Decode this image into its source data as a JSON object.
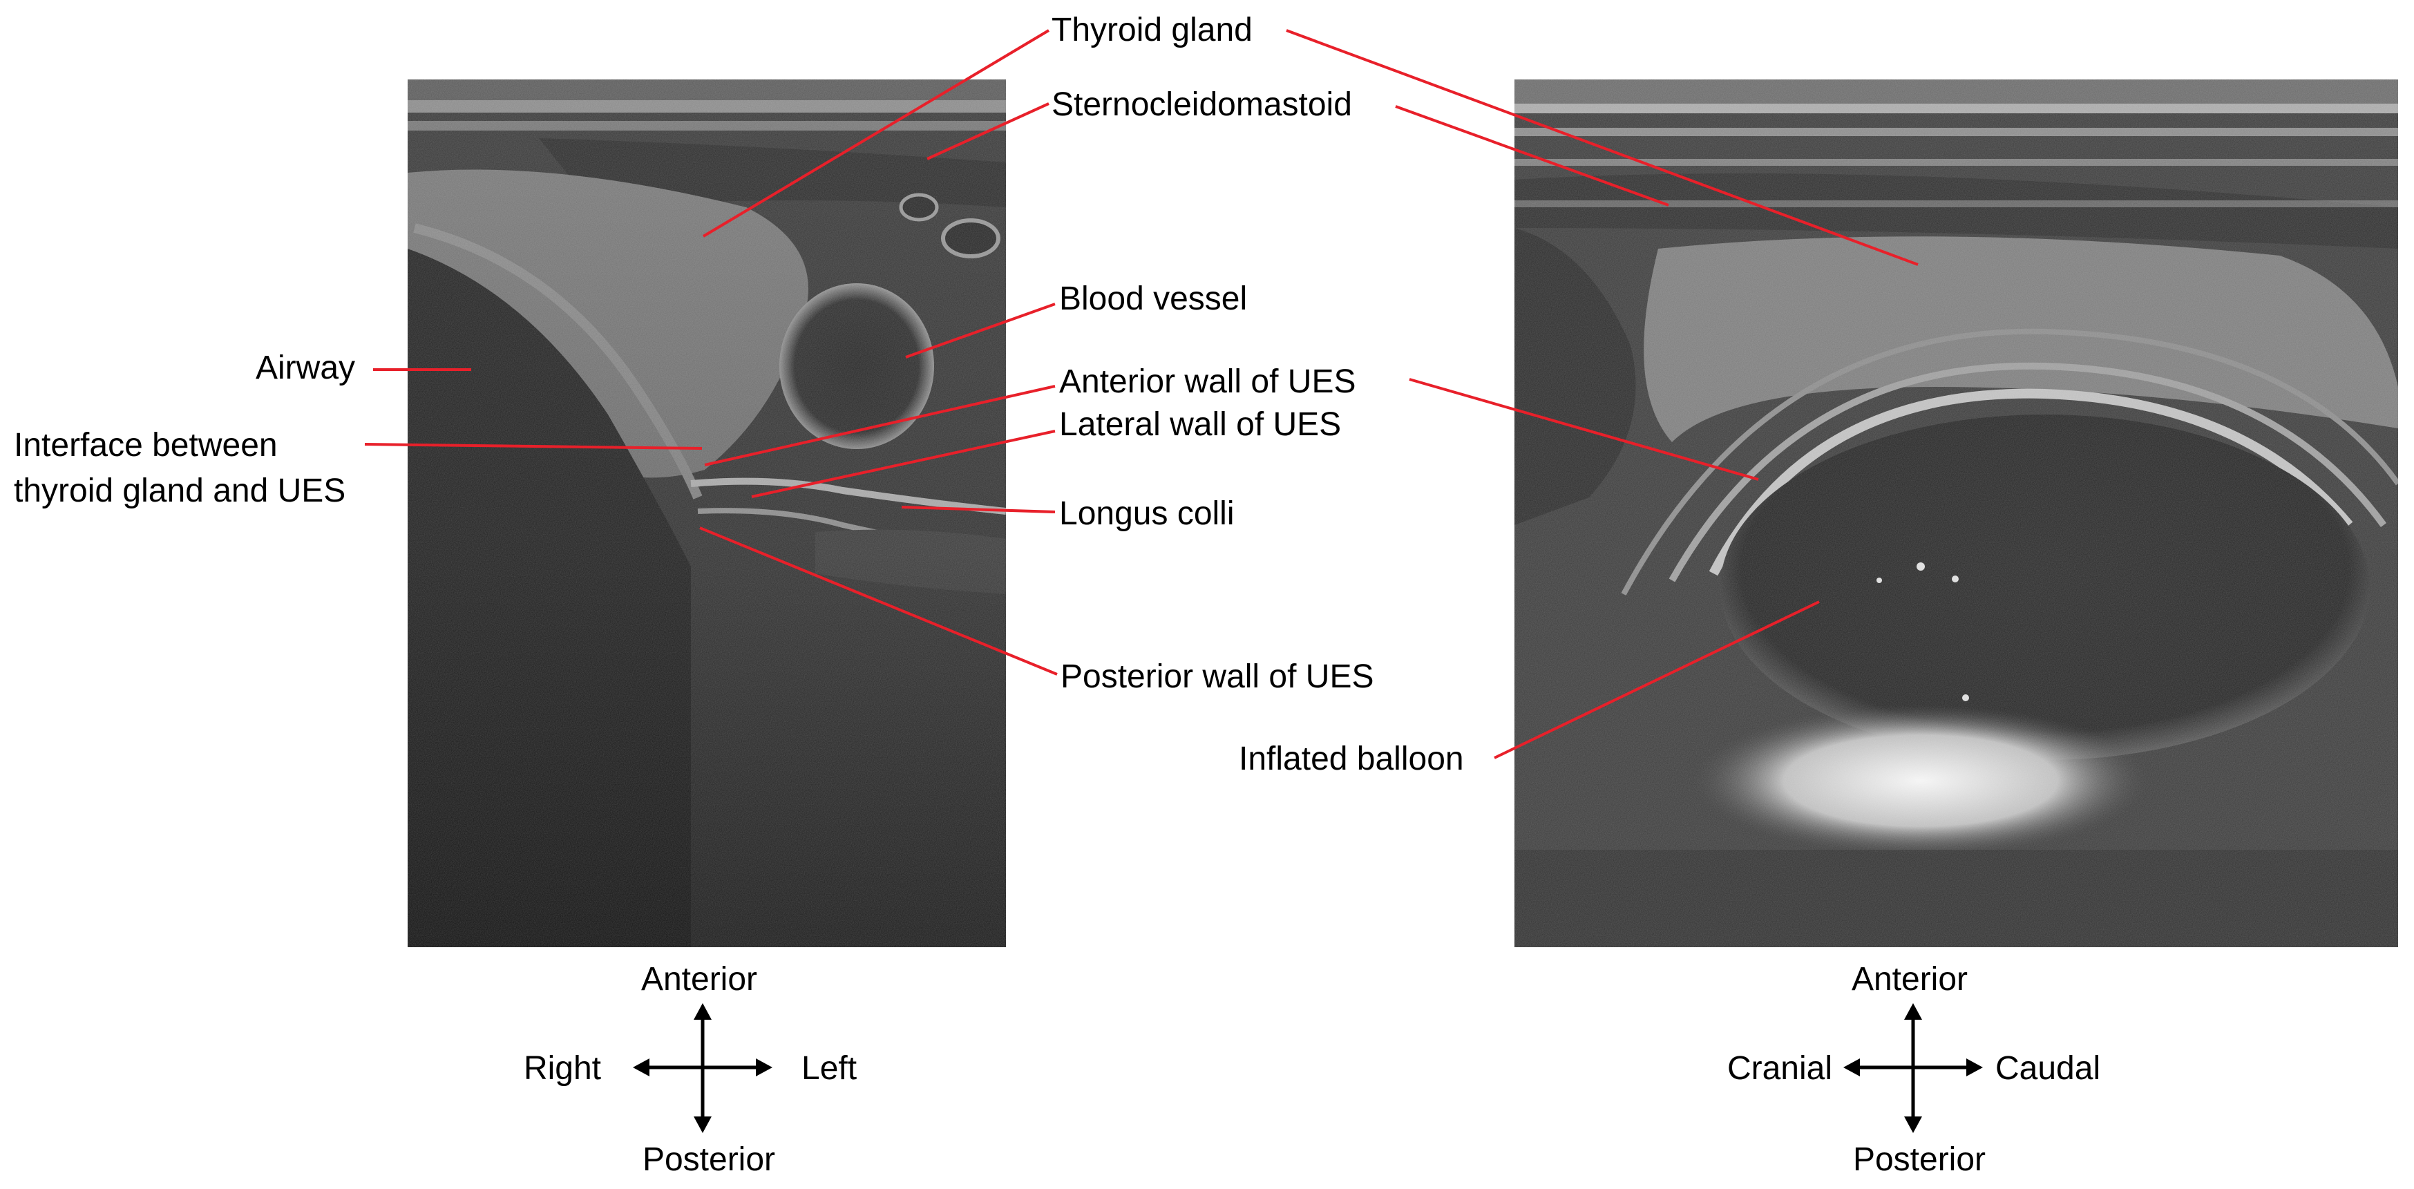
{
  "left_panel": {
    "labels": {
      "airway": "Airway",
      "interface_line1": "Interface between",
      "interface_line2": "thyroid gland and UES",
      "thyroid_gland": "Thyroid gland",
      "sternocleidomastoid": "Sternocleidomastoid",
      "blood_vessel": "Blood vessel",
      "anterior_wall": "Anterior wall of UES",
      "lateral_wall": "Lateral wall of UES",
      "longus_colli": "Longus colli",
      "posterior_wall": "Posterior wall of UES"
    },
    "orientation": {
      "up": "Anterior",
      "down": "Posterior",
      "left": "Right",
      "right": "Left"
    }
  },
  "right_panel": {
    "labels": {
      "inflated_balloon": "Inflated balloon"
    },
    "orientation": {
      "up": "Anterior",
      "down": "Posterior",
      "left": "Cranial",
      "right": "Caudal"
    }
  },
  "colors": {
    "leader_line": "#e8202a",
    "label_text": "#000000",
    "background": "#ffffff"
  }
}
